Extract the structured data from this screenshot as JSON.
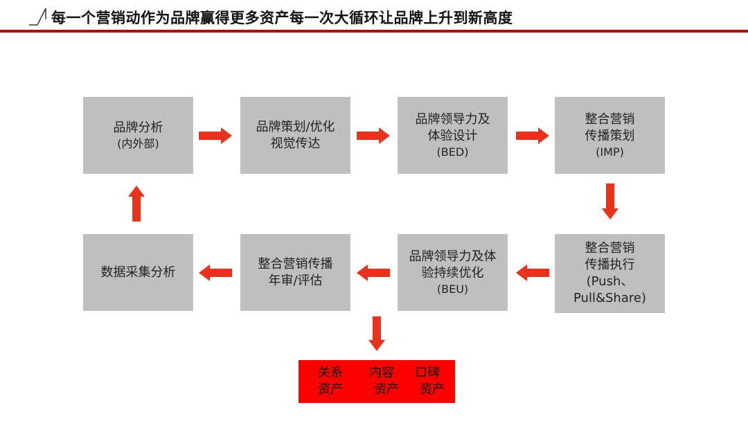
{
  "title": "每一个营销动作为品牌赢得更多资产每一次大循环让品牌上升到新高度",
  "colors": {
    "box": "#bfbfbf",
    "arrow": "#e8321c",
    "result": "#ff0000",
    "rule": "#c00000"
  },
  "steps": [
    {
      "lines": [
        "品牌分析",
        "(内外部)"
      ]
    },
    {
      "lines": [
        "品牌策划/优化",
        "视觉传达"
      ]
    },
    {
      "lines": [
        "品牌领导力及",
        "体验设计",
        "(BED)"
      ]
    },
    {
      "lines": [
        "整合营销",
        "传播策划",
        "(IMP)"
      ]
    },
    {
      "lines": [
        "整合营销",
        "传播执行",
        "(Push、",
        "Pull&Share)"
      ]
    },
    {
      "lines": [
        "品牌领导力及体",
        "验持续优化",
        "(BEU)"
      ]
    },
    {
      "lines": [
        "整合营销传播",
        "年审/评估"
      ]
    },
    {
      "lines": [
        "数据采集分析"
      ]
    }
  ],
  "result": {
    "items": [
      {
        "top": "关系",
        "bottom": "资产"
      },
      {
        "top": "内容",
        "bottom": "资产"
      },
      {
        "top": "口碑",
        "bottom": "资产"
      }
    ]
  }
}
